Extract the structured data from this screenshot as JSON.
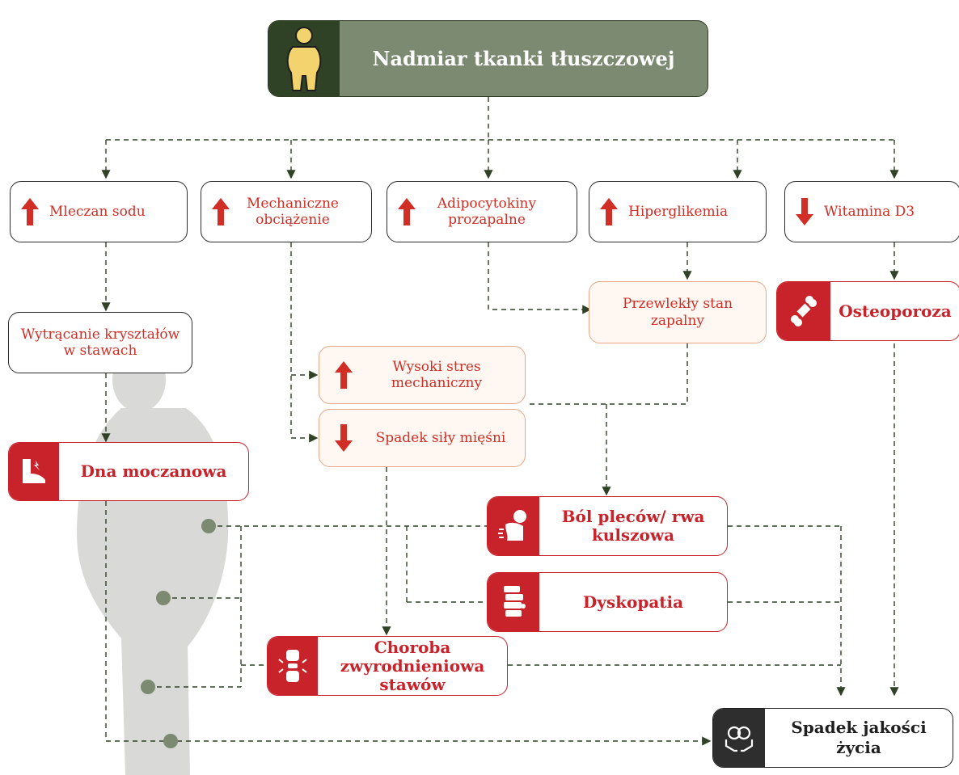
{
  "top": {
    "label": "Nadmiar tkanki tłuszczowej"
  },
  "factors": [
    {
      "label": "Mleczan sodu",
      "dir": "up"
    },
    {
      "label": "Mechaniczne obciążenie",
      "dir": "up"
    },
    {
      "label": "Adipocytokiny prozapalne",
      "dir": "up"
    },
    {
      "label": "Hiperglikemia",
      "dir": "up"
    },
    {
      "label": "Witamina D3",
      "dir": "down"
    }
  ],
  "intermediate": {
    "crystals": "Wytrącanie kryształów w stawach",
    "inflammation": "Przewlekły stan zapalny",
    "stress": "Wysoki stres mechaniczny",
    "muscle": "Spadek siły mięśni"
  },
  "diseases": {
    "gout": "Dna moczanowa",
    "osteoporosis": "Osteoporoza",
    "backpain": "Ból pleców/ rwa kulszowa",
    "discopathy": "Dyskopatia",
    "osteoarthritis": "Choroba zwyrodnieniowa stawów"
  },
  "final": {
    "label": "Spadek jakości życia"
  },
  "colors": {
    "red": "#c8232a",
    "dark_green": "#2f4226",
    "olive": "#7b8a70",
    "dot": "#7b8a70"
  }
}
